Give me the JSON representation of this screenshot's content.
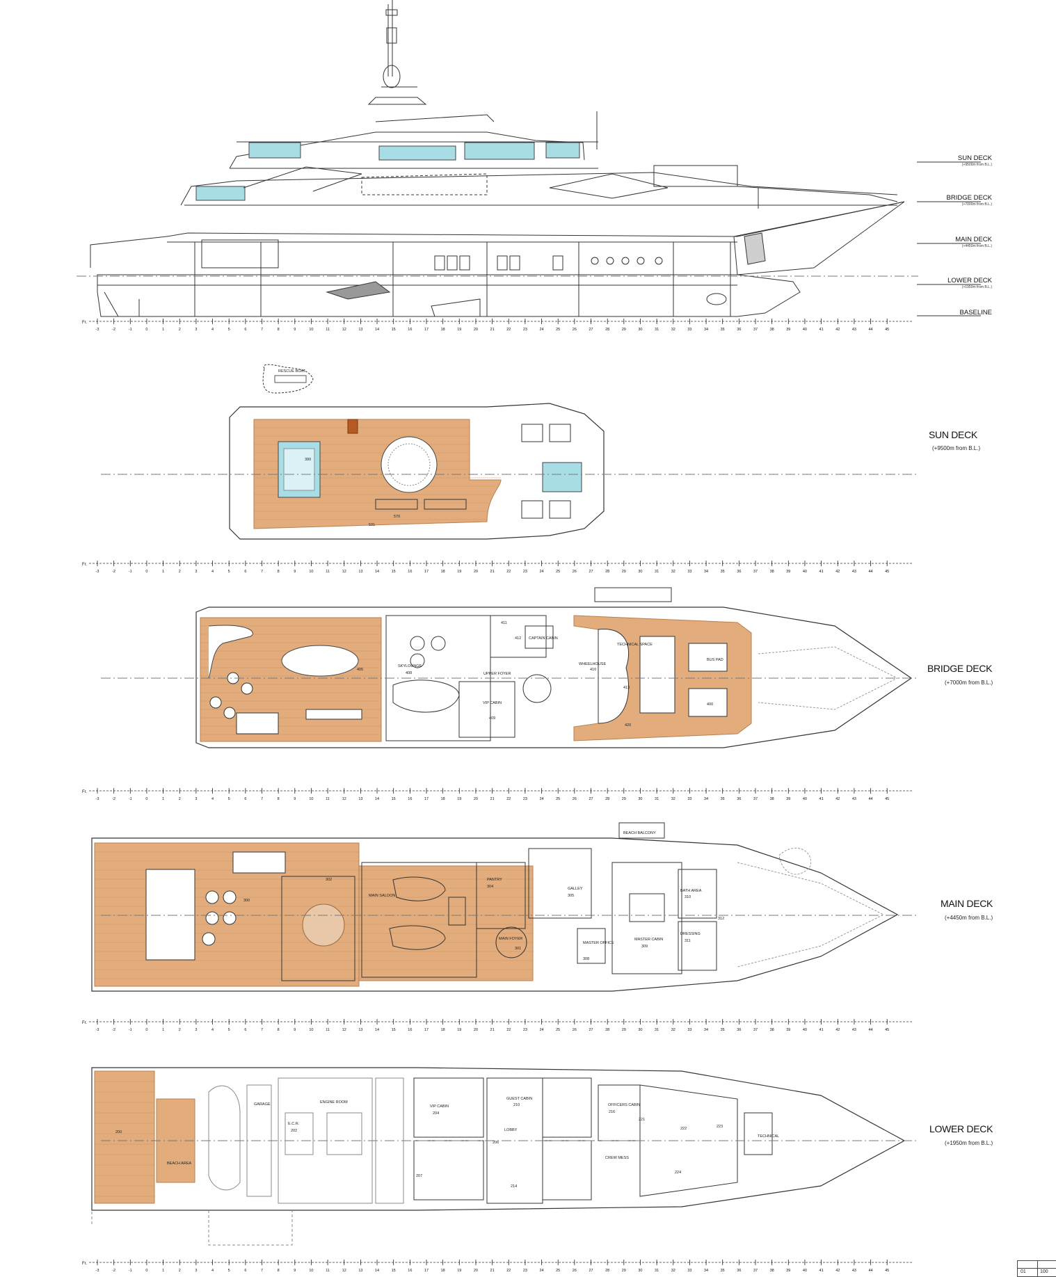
{
  "profile": {
    "levels": [
      {
        "name": "SUN DECK",
        "sub": "(+9500m from B.L.)"
      },
      {
        "name": "BRIDGE DECK",
        "sub": "(+7000m from B.L.)"
      },
      {
        "name": "MAIN DECK",
        "sub": "(+4450m from B.L.)"
      },
      {
        "name": "LOWER DECK",
        "sub": "(+1950m from B.L.)"
      },
      {
        "name": "BASELINE",
        "sub": ""
      }
    ]
  },
  "plans": [
    {
      "name": "SUN DECK",
      "sub": "(+9500m from B.L.)"
    },
    {
      "name": "BRIDGE DECK",
      "sub": "(+7000m from B.L.)"
    },
    {
      "name": "MAIN DECK",
      "sub": "(+4450m from B.L.)"
    },
    {
      "name": "LOWER DECK",
      "sub": "(+1950m from B.L.)"
    }
  ],
  "frame_ruler": {
    "prefix": "Fr.",
    "labels": [
      "-3",
      "-2",
      "-1",
      "0",
      "1",
      "2",
      "3",
      "4",
      "5",
      "6",
      "7",
      "8",
      "9",
      "10",
      "11",
      "12",
      "13",
      "14",
      "15",
      "16",
      "17",
      "18",
      "19",
      "20",
      "21",
      "22",
      "23",
      "24",
      "25",
      "26",
      "27",
      "28",
      "29",
      "30",
      "31",
      "32",
      "33",
      "34",
      "35",
      "36",
      "37",
      "38",
      "39",
      "40",
      "41",
      "42",
      "43",
      "44",
      "45"
    ]
  },
  "rooms": {
    "sun": [
      "RESCUE BOAT",
      "390",
      "570",
      "531"
    ],
    "bridge": [
      "SKYLOUNGE",
      "UPPER FOYER",
      "CAPTAIN CABIN",
      "WHEELHOUSE",
      "VIP CABIN",
      "TECHNICAL SPACE",
      "BUS PAD",
      "400",
      "405",
      "408",
      "409",
      "410",
      "411",
      "412",
      "413",
      "420"
    ],
    "main": [
      "BEACH BALCONY",
      "MAIN SALOON",
      "PANTRY",
      "GALLEY",
      "MAIN FOYER",
      "MASTER OFFICE",
      "MASTER CABIN",
      "BATH AREA",
      "DRESSING",
      "300",
      "301",
      "302",
      "304",
      "305",
      "308",
      "309",
      "310",
      "311",
      "312"
    ],
    "lower": [
      "ENGINE ROOM",
      "E.C.R.",
      "GARAGE",
      "BEACH AREA",
      "VIP CABIN",
      "LOBBY",
      "GUEST CABIN",
      "OFFICERS CABIN",
      "CREW MESS",
      "TECHNICAL",
      "200",
      "202",
      "204",
      "206",
      "207",
      "210",
      "214",
      "216",
      "221",
      "222",
      "223",
      "224"
    ]
  },
  "title_block": {
    "cells": [
      "01",
      "100"
    ]
  },
  "colors": {
    "teak": "#e2ac7c",
    "teak_dark": "#c98e5c",
    "glass": "#a9dde6",
    "line": "#222222",
    "grey": "#9a9a9a"
  }
}
